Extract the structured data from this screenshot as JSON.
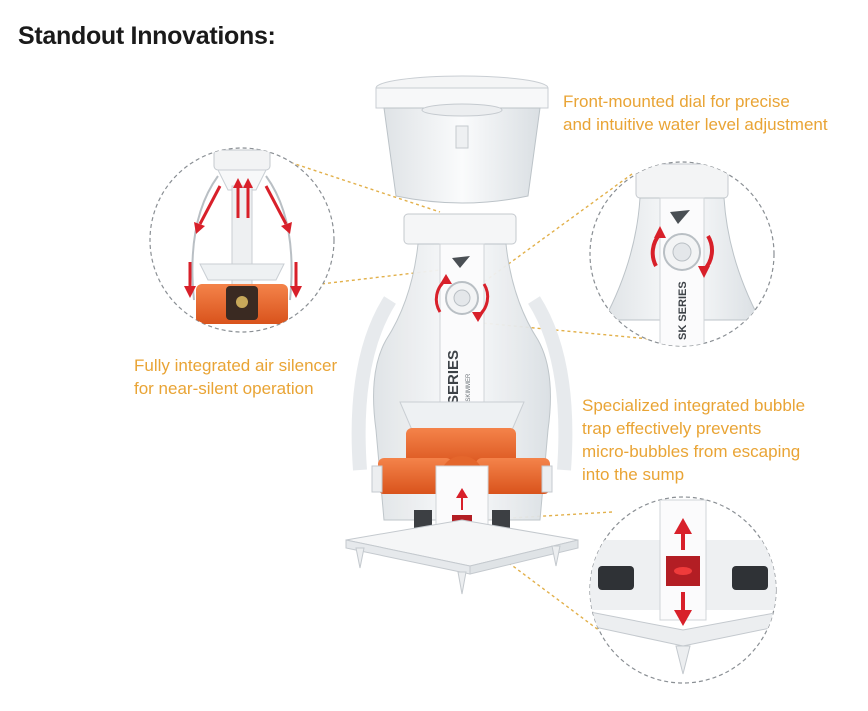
{
  "page": {
    "title": "Standout Innovations:"
  },
  "colors": {
    "accent_text": "#e9a435",
    "leader_line": "#e2b04a",
    "arrow_red": "#d8202a",
    "pump_orange": "#ef6a2e"
  },
  "product": {
    "body_label": "SK SERIES",
    "body_sub_label": "PROTEIN SKIMMER"
  },
  "callouts": {
    "dial": {
      "lines": [
        "Front-mounted dial for precise",
        "and intuitive water level adjustment"
      ]
    },
    "silencer": {
      "lines": [
        "Fully integrated air silencer",
        "for near-silent operation"
      ]
    },
    "bubble_trap": {
      "lines": [
        "Specialized integrated bubble",
        "trap effectively prevents",
        "micro-bubbles from escaping",
        "into the sump"
      ]
    }
  }
}
